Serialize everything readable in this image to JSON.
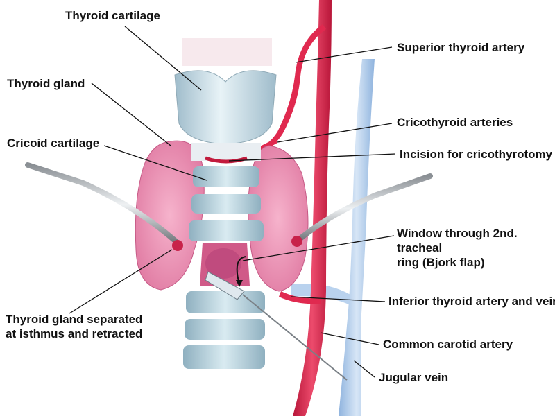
{
  "labels": {
    "thyroid_cartilage": "Thyroid cartilage",
    "thyroid_gland": "Thyroid gland",
    "cricoid_cartilage": "Cricoid cartilage",
    "superior_thyroid_artery": "Superior thyroid artery",
    "cricothyroid_arteries": "Cricothyroid arteries",
    "incision": "Incision for cricothyrotomy",
    "window_line1": "Window through 2nd. tracheal",
    "window_line2": "ring (Bjork flap)",
    "inferior_thyroid": "Inferior thyroid artery and vein",
    "separated_line1": "Thyroid gland separated",
    "separated_line2": "at isthmus and retracted",
    "common_carotid": "Common carotid artery",
    "jugular_vein": "Jugular vein"
  },
  "colors": {
    "artery": "#e0294f",
    "vein": "#a9c7ea",
    "gland": "#ef8fb4",
    "cartilage": "#cfe2ea",
    "leader": "#111111",
    "text": "#111111"
  }
}
